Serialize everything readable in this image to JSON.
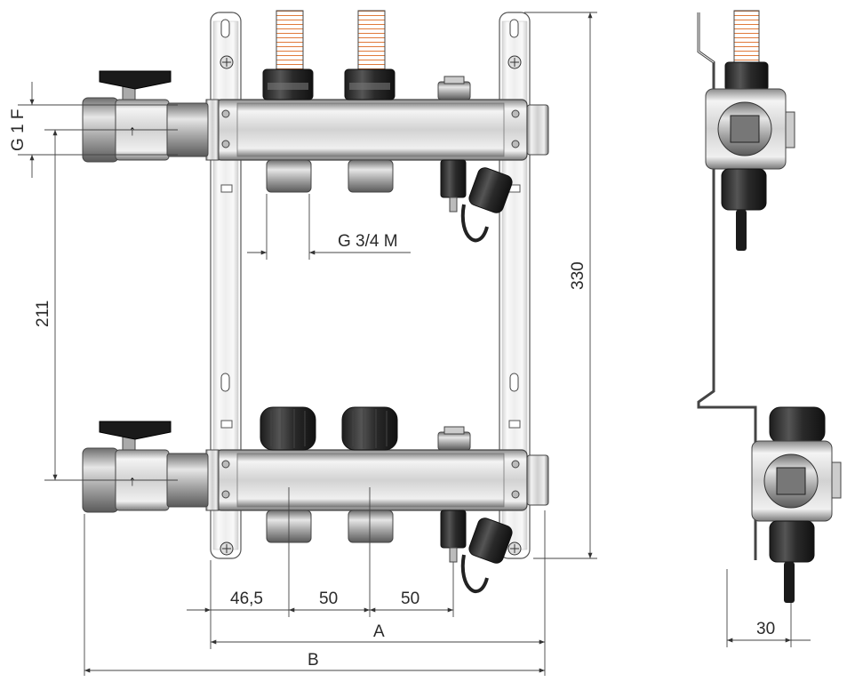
{
  "labels": {
    "g1f": "G 1 F",
    "g34m": "G 3/4 M",
    "d211": "211",
    "d330": "330",
    "d46_5": "46,5",
    "d50a": "50",
    "d50b": "50",
    "dA": "A",
    "dB": "B",
    "d30": "30"
  }
}
